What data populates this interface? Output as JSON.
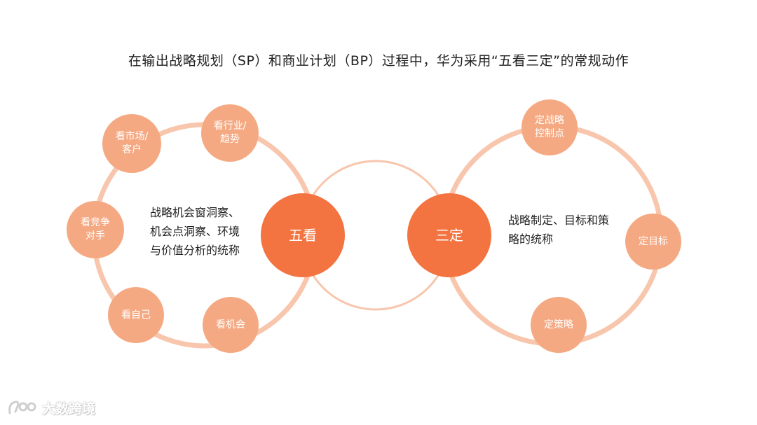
{
  "title": "在输出战略规划（SP）和商业计划（BP）过程中，华为采用“五看三定”的常规动作",
  "left_hub": "五看",
  "right_hub": "三定",
  "left_nodes": [
    "看行业/\n趋势",
    "看市场/\n客户",
    "看竞争\n对手",
    "看自己",
    "看机会"
  ],
  "right_nodes": [
    "定战略\n控制点",
    "定目标",
    "定策略"
  ],
  "left_desc": "战略机会窗洞察、\n机会点洞察、环境\n与价值分析的统称",
  "right_desc": "战略制定、目标和策\n略的统称",
  "logo_text": "大数跨境",
  "colors": {
    "hub": "#f37440",
    "node": "#f5a982",
    "ring": "#f8c6ad"
  }
}
